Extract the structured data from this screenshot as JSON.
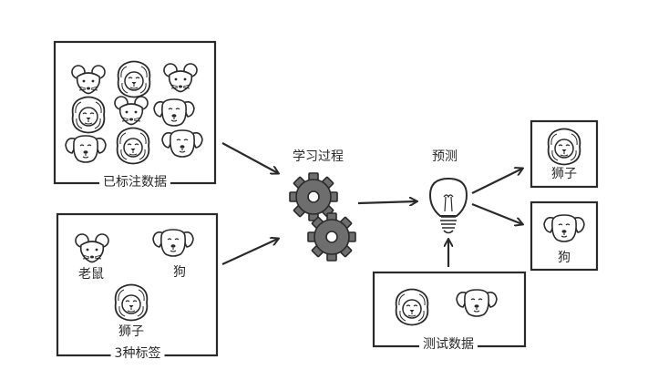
{
  "labeled_data": {
    "caption": "已标注数据"
  },
  "three_labels": {
    "caption": "3种标签",
    "mouse": "老鼠",
    "dog": "狗",
    "lion": "狮子"
  },
  "learning": {
    "label": "学习过程"
  },
  "prediction": {
    "label": "预测"
  },
  "test_data": {
    "caption": "测试数据"
  },
  "outputs": {
    "lion": "狮子",
    "dog": "狗"
  },
  "colors": {
    "ink": "#2a2a2a",
    "gear": "#6e6e6e",
    "background": "#ffffff"
  },
  "icons": [
    "mouse-face-icon",
    "lion-face-icon",
    "dog-face-icon",
    "gear-icon",
    "lightbulb-icon"
  ]
}
